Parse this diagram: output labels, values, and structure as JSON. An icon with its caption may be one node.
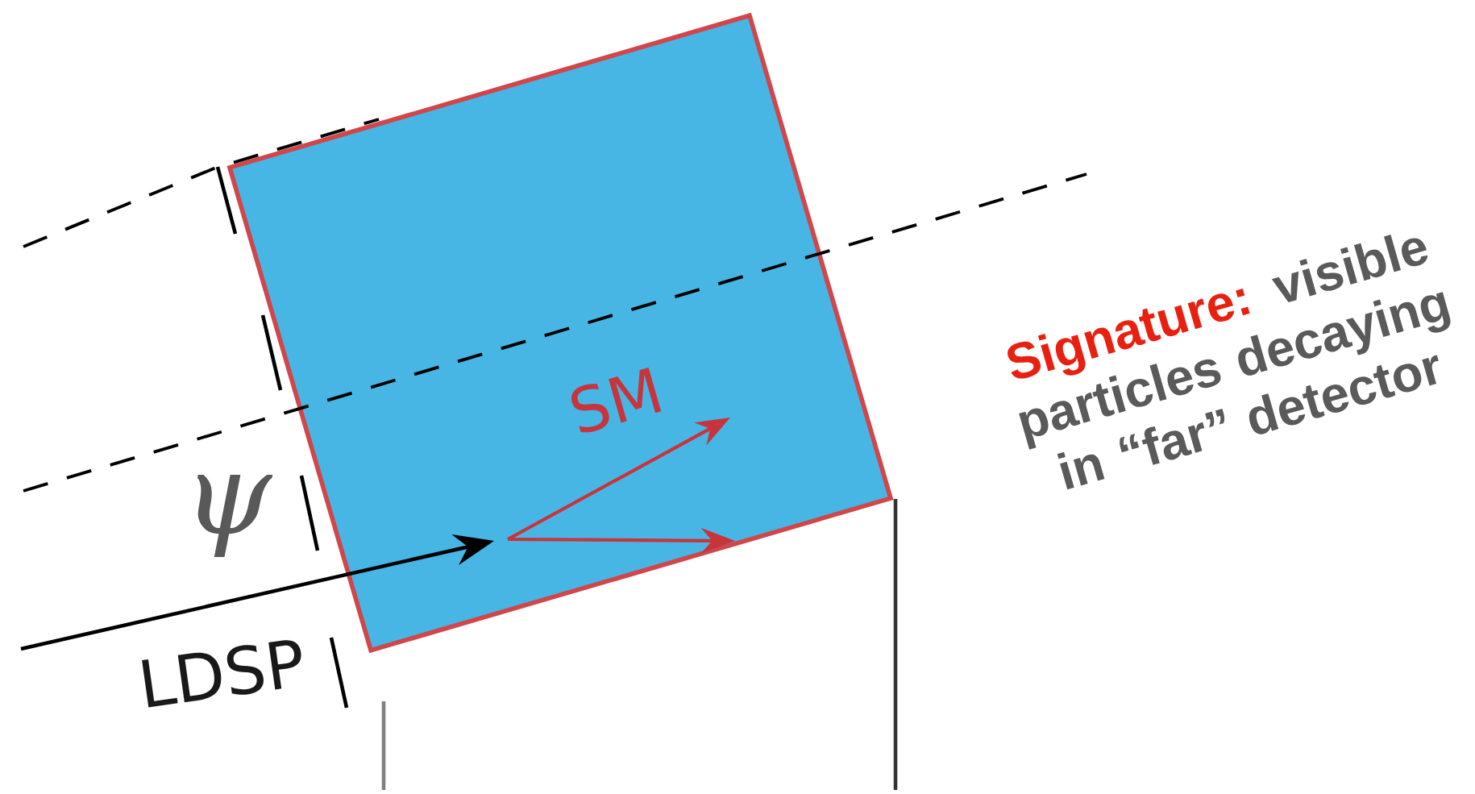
{
  "diagram": {
    "nodes": [
      {
        "text": [],
        "shape": "box"
      }
    ],
    "labels": [
      "ψ",
      "LDSP",
      "SM",
      "Signature:",
      "visible particles decaying in “far” detector"
    ]
  }
}
